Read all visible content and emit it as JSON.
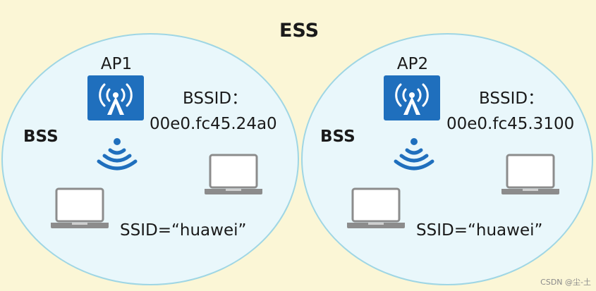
{
  "title": "ESS",
  "colors": {
    "background": "#fbf6d6",
    "cell_fill": "#e9f7fb",
    "cell_stroke": "#9fd6e4",
    "ap_blue": "#1f6fbd",
    "signal_blue": "#1f6fbd",
    "laptop_gray": "#8c8c8c"
  },
  "cells": [
    {
      "ap_label": "AP1",
      "bss_label": "BSS",
      "bssid_label": "BSSID：",
      "bssid_value": "00e0.fc45.24a0",
      "ssid_label": "SSID=“huawei”"
    },
    {
      "ap_label": "AP2",
      "bss_label": "BSS",
      "bssid_label": "BSSID：",
      "bssid_value": "00e0.fc45.3100",
      "ssid_label": "SSID=“huawei”"
    }
  ],
  "watermark": "CSDN @尘-土",
  "icons": {
    "ap": "access-point-icon",
    "signal": "wifi-signal-icon",
    "laptop": "laptop-icon"
  }
}
